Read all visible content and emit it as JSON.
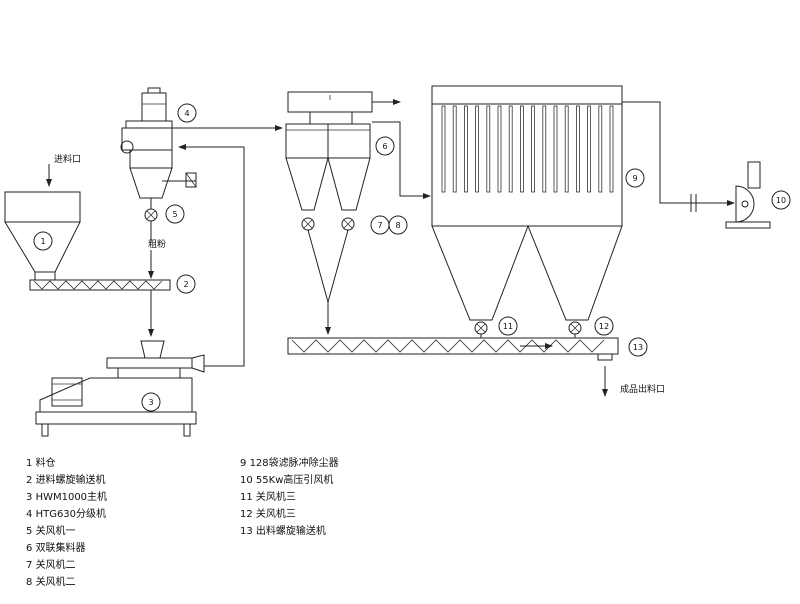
{
  "labels": {
    "feed_inlet": "进料口",
    "coarse_powder": "粗粉",
    "product_outlet": "成品出料口"
  },
  "callouts": [
    "1",
    "2",
    "3",
    "4",
    "5",
    "6",
    "7",
    "8",
    "9",
    "10",
    "11",
    "12",
    "13"
  ],
  "legend_left": [
    {
      "num": "1",
      "text": "料仓"
    },
    {
      "num": "2",
      "text": "进料螺旋输送机"
    },
    {
      "num": "3",
      "text": "HWM1000主机"
    },
    {
      "num": "4",
      "text": "HTG630分级机"
    },
    {
      "num": "5",
      "text": "关风机一"
    },
    {
      "num": "6",
      "text": "双联集料器"
    },
    {
      "num": "7",
      "text": "关风机二"
    },
    {
      "num": "8",
      "text": "关风机二"
    }
  ],
  "legend_right": [
    {
      "num": "9",
      "text": "128袋滤脉冲除尘器"
    },
    {
      "num": "10",
      "text": "55Kw高压引风机"
    },
    {
      "num": "11",
      "text": "关风机三"
    },
    {
      "num": "12",
      "text": "关风机三"
    },
    {
      "num": "13",
      "text": "出料螺旋输送机"
    }
  ]
}
